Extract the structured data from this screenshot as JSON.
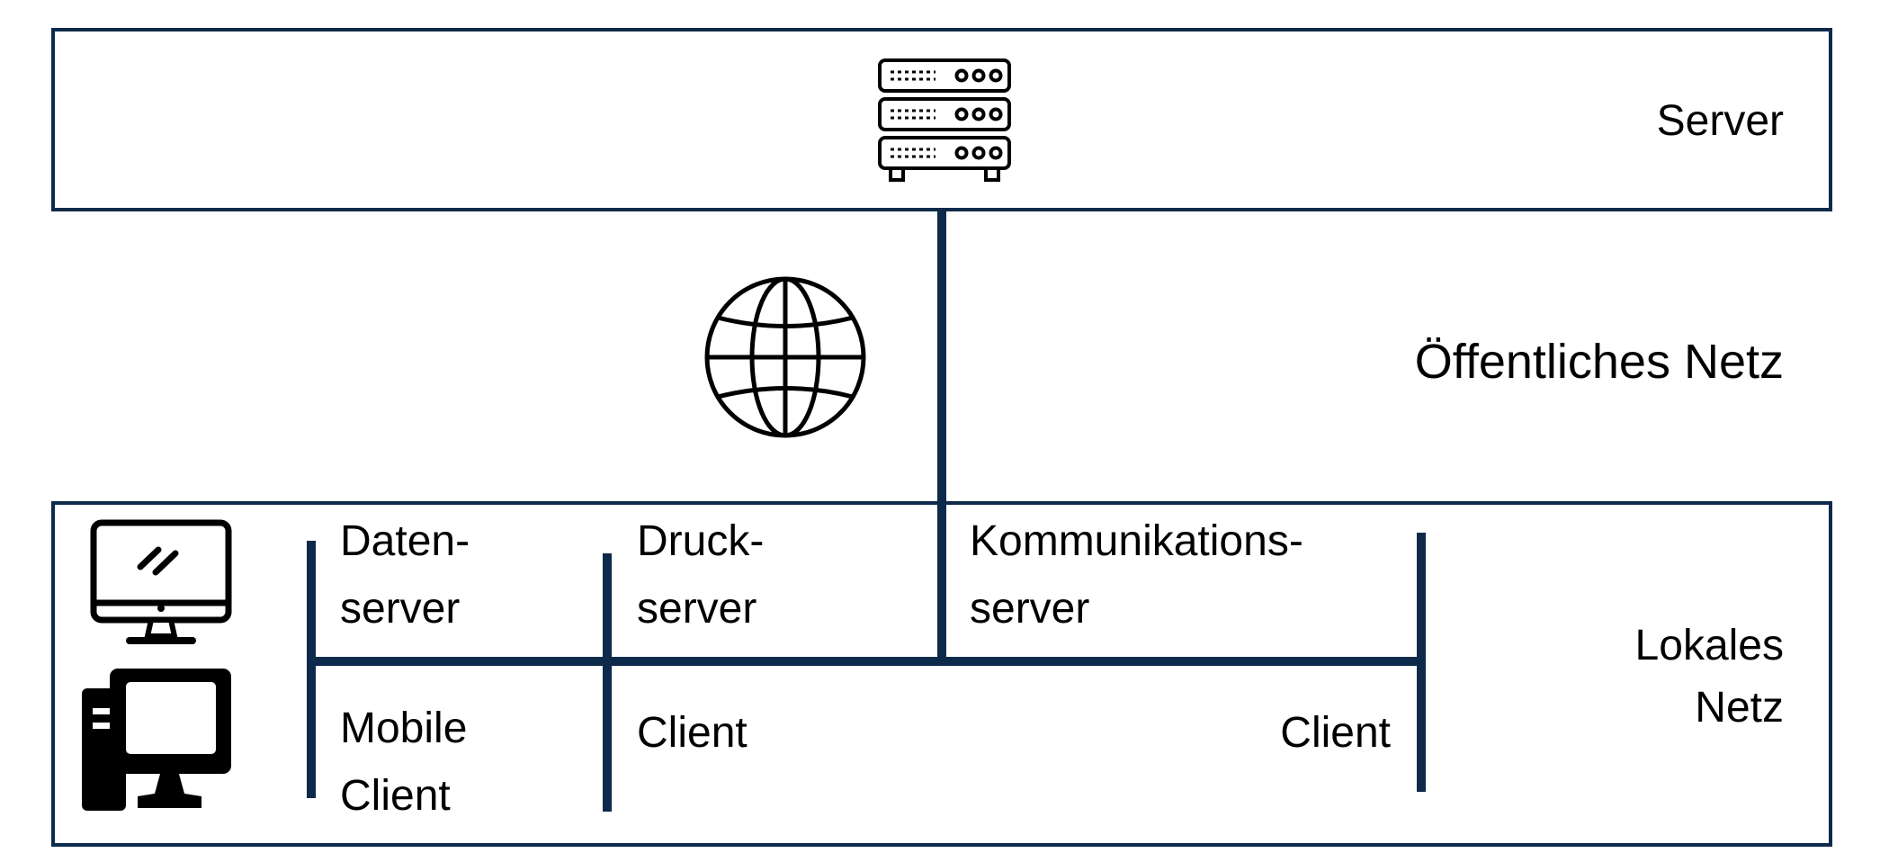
{
  "colors": {
    "accent": "#0d2a4a",
    "box_border": "#0d2a4a",
    "background": "#ffffff",
    "text": "#000000",
    "icon": "#000000"
  },
  "icons": {
    "server": "server-rack-icon",
    "globe": "globe-icon",
    "monitor": "monitor-icon",
    "desktop": "desktop-computer-icon"
  },
  "server_layer": {
    "label": "Server"
  },
  "public_layer": {
    "label": "Öffentliches Netz"
  },
  "local_layer": {
    "label_line1": "Lokales",
    "label_line2": "Netz",
    "nodes": {
      "data_server": {
        "line1": "Daten-",
        "line2": "server"
      },
      "print_server": {
        "line1": "Druck-",
        "line2": "server"
      },
      "comm_server": {
        "line1": "Kommunikations-",
        "line2": "server"
      },
      "mobile_client": {
        "line1": "Mobile",
        "line2": "Client"
      },
      "client_left": {
        "label": "Client"
      },
      "client_right": {
        "label": "Client"
      }
    }
  }
}
